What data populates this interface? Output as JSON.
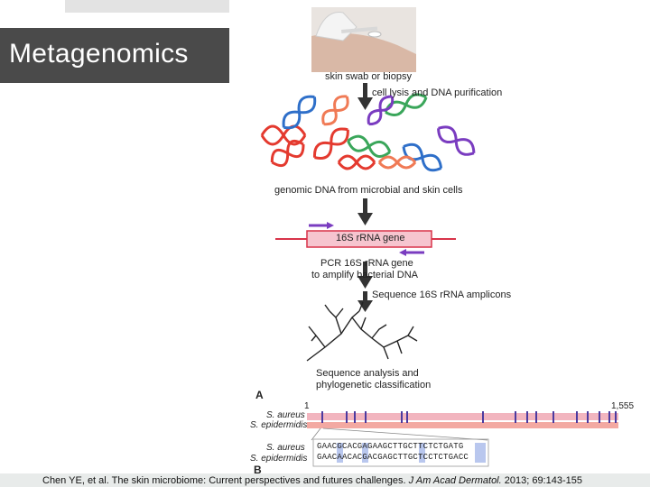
{
  "header": {
    "title": "Metagenomics"
  },
  "diagram": {
    "steps": {
      "swab": "skin swab or biopsy",
      "lysis": "cell lysis and DNA purification",
      "genomic": "genomic DNA from microbial and skin cells",
      "gene": "16S rRNA gene",
      "pcr_line1": "PCR 16S rRNA gene",
      "pcr_line2": "to amplify bacterial DNA",
      "sequence": "Sequence 16S rRNA amplicons",
      "analysis_line1": "Sequence analysis and",
      "analysis_line2": "phylogenetic classification"
    },
    "panel_a": {
      "label": "A",
      "start": "1",
      "end": "1,555",
      "species1": "S. aureus",
      "species2": "S. epidermidis"
    },
    "panel_b": {
      "label": "B",
      "species1": "S. aureus",
      "species2": "S. epidermidis",
      "seq1": "GAACGCACGAGAAGCTTGCTTCTCTGATG",
      "seq2": "GAACAACACGACGAGCTTGCTCCTCTGACC"
    },
    "colors": {
      "dna": [
        "#e43a2f",
        "#2e6fc9",
        "#3aa65a",
        "#7a3cc0",
        "#f07a55"
      ],
      "bar": "#f2b5bf",
      "variant": "#4b3aa0"
    }
  },
  "citation": {
    "prefix": "Chen YE, et al. The skin microbiome: Current perspectives and futures challenges. ",
    "journal": "J Am Acad Dermatol.",
    "suffix": " 2013; 69:143-155"
  }
}
